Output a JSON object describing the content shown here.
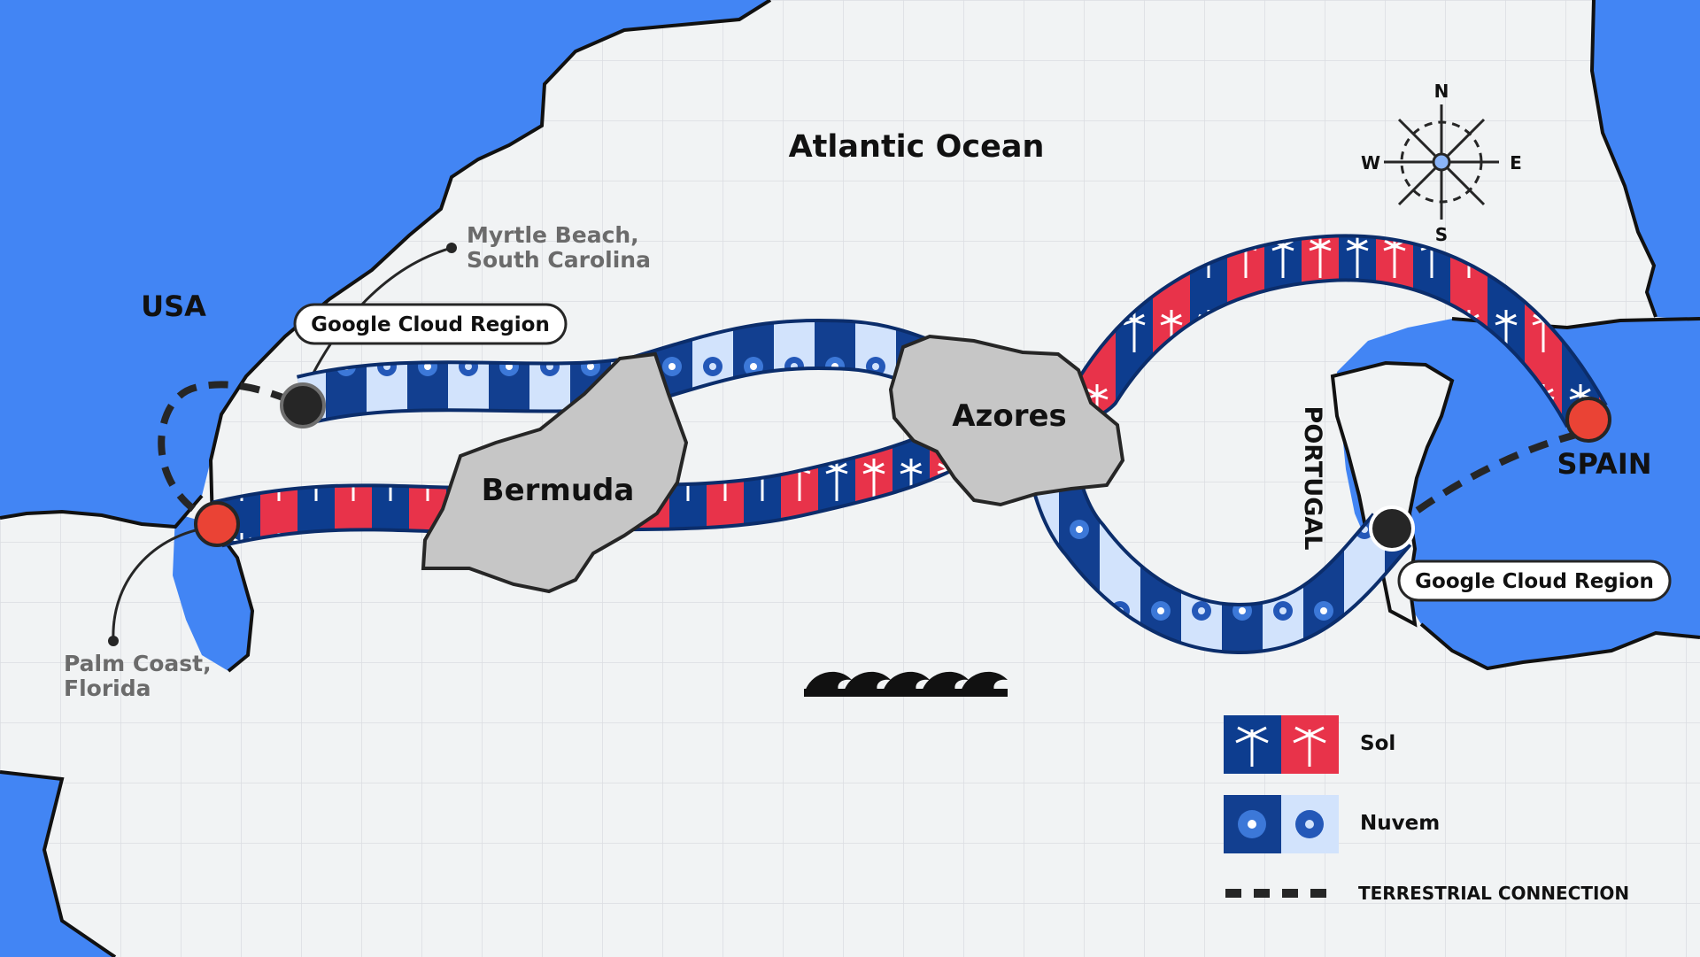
{
  "map": {
    "ocean_label": "Atlantic Ocean",
    "countries": {
      "usa": "USA",
      "spain": "SPAIN",
      "portugal": "PORTUGAL"
    },
    "islands": {
      "bermuda": "Bermuda",
      "azores": "Azores"
    },
    "cities": {
      "myrtle_beach_line1": "Myrtle Beach,",
      "myrtle_beach_line2": "South Carolina",
      "palm_coast_line1": "Palm Coast,",
      "palm_coast_line2": "Florida"
    },
    "regions": {
      "usa_region": "Google Cloud Region",
      "spain_region": "Google Cloud Region"
    },
    "compass": {
      "n": "N",
      "s": "S",
      "e": "E",
      "w": "W"
    }
  },
  "legend": {
    "sol": "Sol",
    "nuvem": "Nuvem",
    "terrestrial": "TERRESTRIAL CONNECTION"
  },
  "colors": {
    "land": "#f1f3f4",
    "water": "#4285f4",
    "island": "#c6c6c6",
    "sol_dark": "#0d3d8f",
    "sol_red": "#e8334a",
    "nuvem_dark": "#123f90",
    "nuvem_light": "#d2e3fc",
    "node_red": "#ea4335",
    "node_dark": "#262626"
  }
}
